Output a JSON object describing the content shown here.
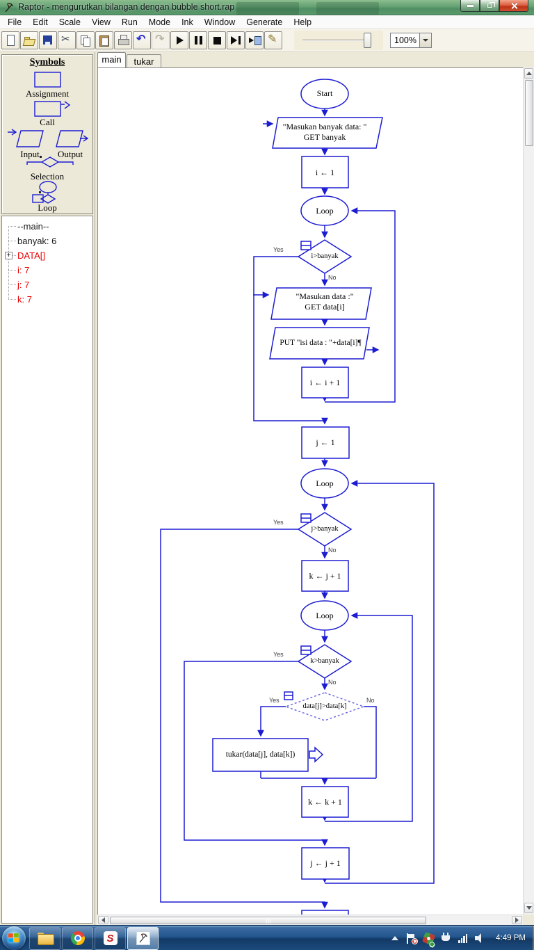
{
  "window": {
    "title": "Raptor - mengurutkan bilangan dengan bubble short.rap"
  },
  "menu": {
    "items": [
      "File",
      "Edit",
      "Scale",
      "View",
      "Run",
      "Mode",
      "Ink",
      "Window",
      "Generate",
      "Help"
    ]
  },
  "toolbar": {
    "buttons": [
      {
        "name": "new"
      },
      {
        "name": "open"
      },
      {
        "name": "save"
      },
      {
        "name": "cut"
      },
      {
        "name": "copy"
      },
      {
        "name": "paste"
      },
      {
        "name": "print"
      },
      {
        "name": "undo"
      },
      {
        "name": "redo",
        "disabled": true
      },
      {
        "name": "run"
      },
      {
        "name": "pause"
      },
      {
        "name": "stop"
      },
      {
        "name": "step"
      },
      {
        "name": "step-into"
      },
      {
        "name": "ink"
      }
    ],
    "zoom_value": "100%"
  },
  "symbols": {
    "title": "Symbols",
    "items": [
      {
        "label": "Assignment"
      },
      {
        "label": "Call"
      },
      {
        "label": "Input"
      },
      {
        "label": "Output"
      },
      {
        "label": "Selection"
      },
      {
        "label": "Loop"
      }
    ]
  },
  "variables": {
    "items": [
      {
        "label": "--main--",
        "color": "#1a1a1a"
      },
      {
        "label": "banyak: 6",
        "color": "#1a1a1a"
      },
      {
        "label": "DATA[]",
        "color": "#e80000",
        "expandable": true
      },
      {
        "label": "i: 7",
        "color": "#e80000"
      },
      {
        "label": "j: 7",
        "color": "#e80000"
      },
      {
        "label": "k: 7",
        "color": "#e80000"
      }
    ]
  },
  "tabs": {
    "items": [
      {
        "label": "main",
        "active": true
      },
      {
        "label": "tukar",
        "active": false
      }
    ]
  },
  "flow": {
    "start": "Start",
    "loop": "Loop",
    "yes": "Yes",
    "no": "No",
    "io_banyak_l1": "\"Masukan banyak data: \"",
    "io_banyak_l2": "GET banyak",
    "asg_i1": "i ← 1",
    "cond_i": "i>banyak",
    "io_data_l1": "\"Masukan data :\"",
    "io_data_l2": "GET data[i]",
    "out_data": "PUT \"isi data : \"+data[i]¶",
    "asg_ii1": "i ← i + 1",
    "asg_j1": "j ← 1",
    "cond_j": "j>banyak",
    "asg_kj1": "k ← j + 1",
    "cond_k": "k>banyak",
    "cond_swap": "data[j]>data[k]",
    "call_tukar": "tukar(data[j], data[k])",
    "asg_kk1": "k ← k + 1",
    "asg_jj1": "j ← j + 1"
  },
  "colors": {
    "flow_blue": "#1c1cd2",
    "variable_red": "#e80000",
    "taskbar_blue": "#24578f",
    "titlebar_green": "#64a172"
  },
  "taskbar": {
    "apps": [
      {
        "name": "windows-explorer"
      },
      {
        "name": "chrome"
      },
      {
        "name": "smadav"
      },
      {
        "name": "raptor",
        "active": true
      }
    ],
    "tray_icons": [
      "show-hidden",
      "action-center",
      "update",
      "power",
      "network",
      "volume"
    ],
    "time": "4:49 PM"
  }
}
